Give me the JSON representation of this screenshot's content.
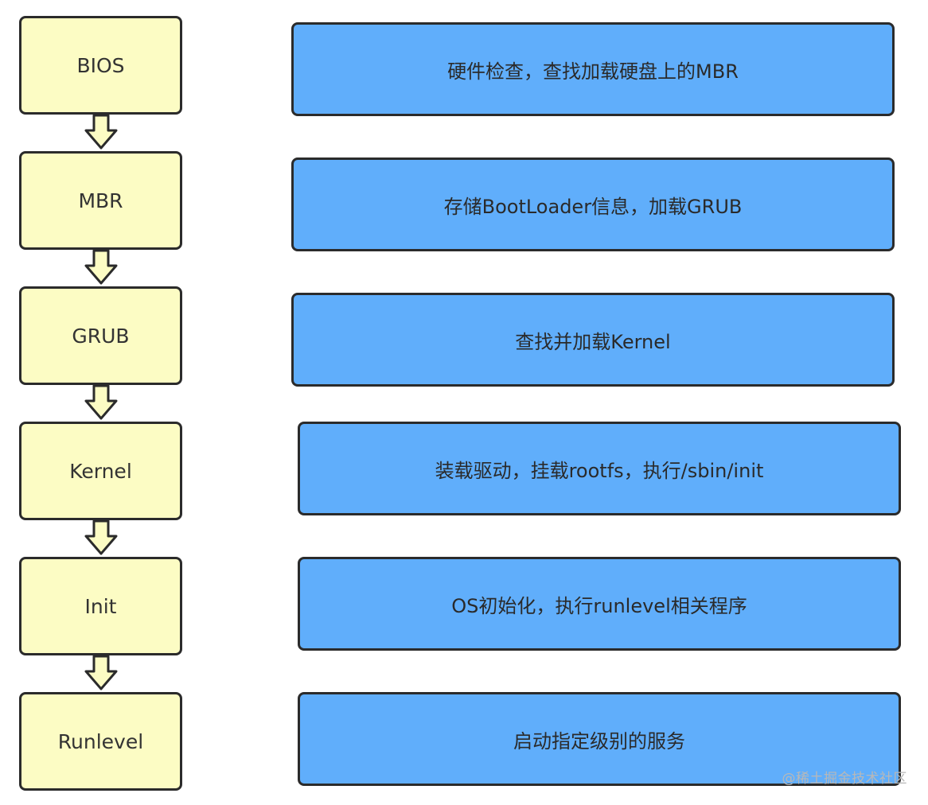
{
  "diagram": {
    "stages": [
      {
        "label": "BIOS",
        "description": "硬件检查，查找加载硬盘上的MBR"
      },
      {
        "label": "MBR",
        "description": "存储BootLoader信息，加载GRUB"
      },
      {
        "label": "GRUB",
        "description": "查找并加载Kernel"
      },
      {
        "label": "Kernel",
        "description": "装载驱动，挂载rootfs，执行/sbin/init"
      },
      {
        "label": "Init",
        "description": "OS初始化，执行runlevel相关程序"
      },
      {
        "label": "Runlevel",
        "description": "启动指定级别的服务"
      }
    ],
    "colors": {
      "stage_fill": "#fcfcc4",
      "description_fill": "#60aefb",
      "border": "#2b2b2b"
    }
  },
  "watermark": "@稀土掘金技术社区"
}
